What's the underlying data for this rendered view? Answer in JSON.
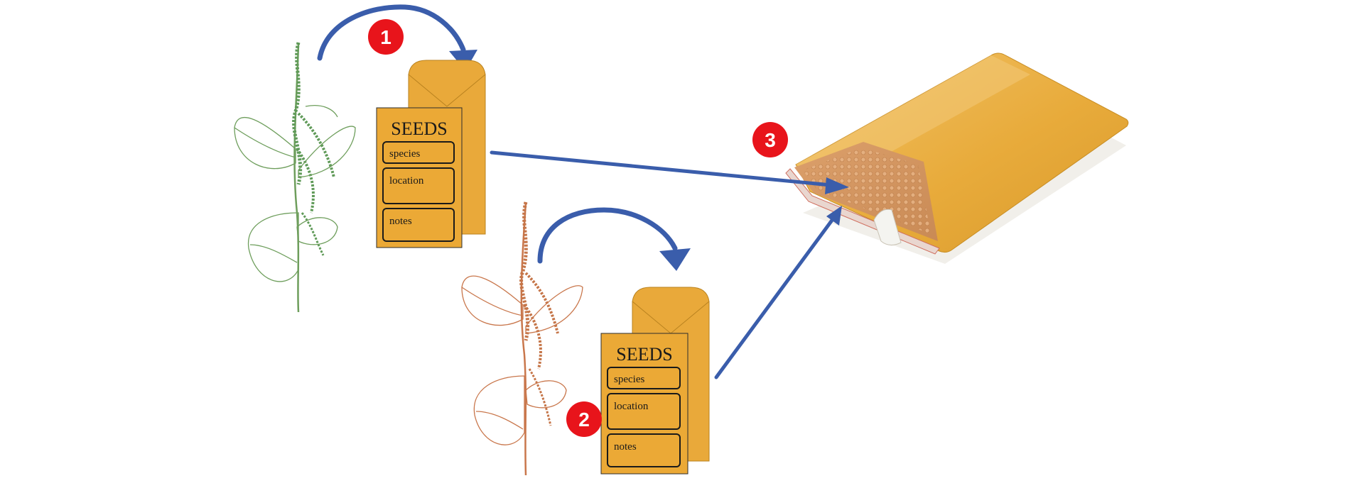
{
  "packet_1": {
    "title": "SEEDS",
    "fields": [
      "species",
      "location",
      "notes"
    ]
  },
  "packet_2": {
    "title": "SEEDS",
    "fields": [
      "species",
      "location",
      "notes"
    ]
  },
  "steps": [
    "1",
    "2",
    "3"
  ],
  "colors": {
    "arrow": "#3a5dab",
    "step_badge": "#e8141b",
    "packet": "#e9a93a",
    "plant_green": "#6e9e5c",
    "plant_orange": "#c9774c"
  }
}
